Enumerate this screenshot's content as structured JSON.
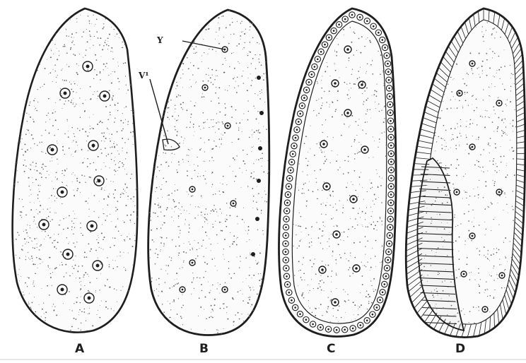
{
  "figure": {
    "panels": [
      {
        "id": "A",
        "label": "A"
      },
      {
        "id": "B",
        "label": "B"
      },
      {
        "id": "C",
        "label": "C"
      },
      {
        "id": "D",
        "label": "D"
      }
    ],
    "annotations": {
      "pointer_y": "Y",
      "pointer_v": "V¹"
    },
    "colors": {
      "ink": "#1e1e1e",
      "paper": "#ffffff",
      "stipple": "#6a6a6a"
    }
  }
}
